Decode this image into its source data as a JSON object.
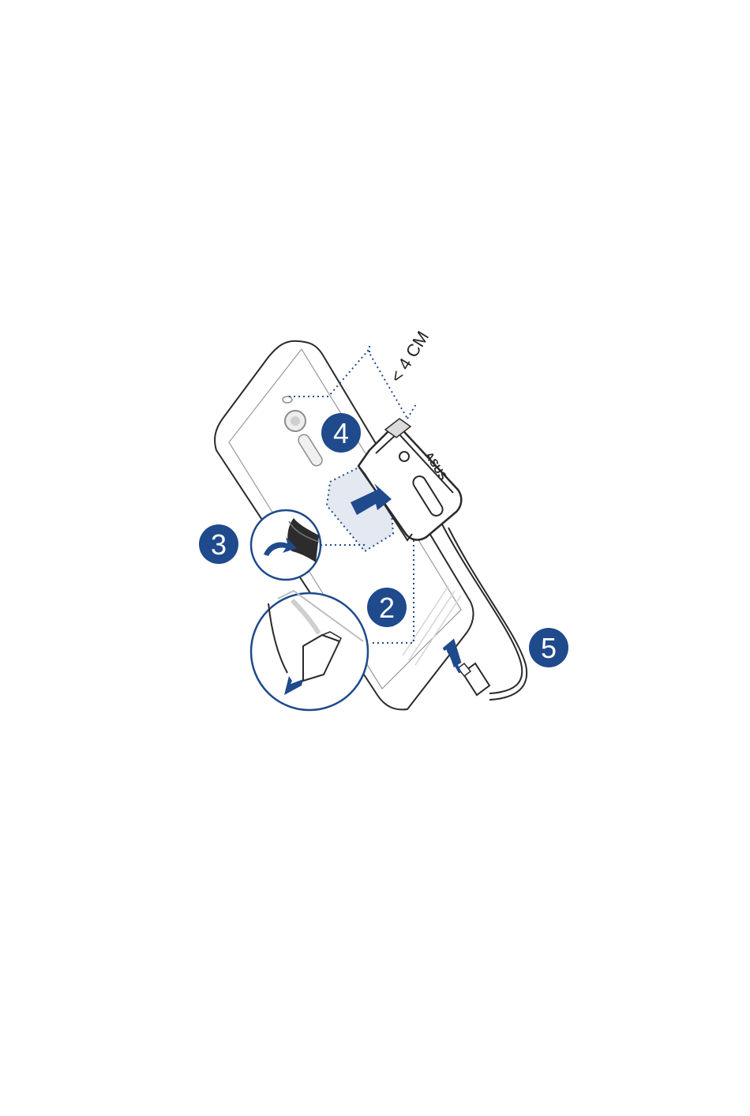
{
  "steps": [
    {
      "label": "2"
    },
    {
      "label": "3"
    },
    {
      "label": "4"
    },
    {
      "label": "5"
    }
  ],
  "distance_label": "< 4 CM",
  "brand_mark": "ASUS",
  "colors": {
    "badge": "#1f4a8c",
    "arrow": "#1f4a8c",
    "dotted_guide": "#1f4a8c",
    "outline": "#2a2a2a",
    "background": "#ffffff"
  }
}
